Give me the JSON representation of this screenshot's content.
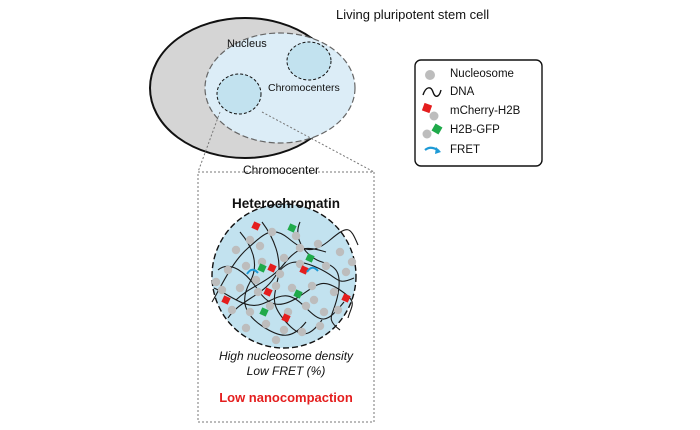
{
  "cell": {
    "title": "Living pluripotent stem cell",
    "nucleus_label": "Nucleus",
    "chromocenters_label": "Chromocenters"
  },
  "zoom": {
    "chromocenter_label": "Chromocenter",
    "heading": "Heterochromatin",
    "description_line1": "High nucleosome density",
    "description_line2": "Low FRET (%)",
    "conclusion": "Low nanocompaction"
  },
  "legend": {
    "items": [
      {
        "label": "Nucleosome",
        "icon": "nucleosome-icon"
      },
      {
        "label": "DNA",
        "icon": "dna-icon"
      },
      {
        "label": "mCherry-H2B",
        "icon": "mcherry-h2b-icon"
      },
      {
        "label": "H2B-GFP",
        "icon": "h2b-gfp-icon"
      },
      {
        "label": "FRET",
        "icon": "fret-arrow-icon"
      }
    ]
  },
  "colors": {
    "cytoplasm": "#d5d5d5",
    "nucleus": "#dcedf7",
    "chromocenter_fill": "#c2e2ef",
    "nucleosome": "#bdbdbd",
    "mcherry": "#e41e1e",
    "gfp": "#1faa4a",
    "fret": "#1e9ad6",
    "conclusion_text": "#e41e1e"
  }
}
